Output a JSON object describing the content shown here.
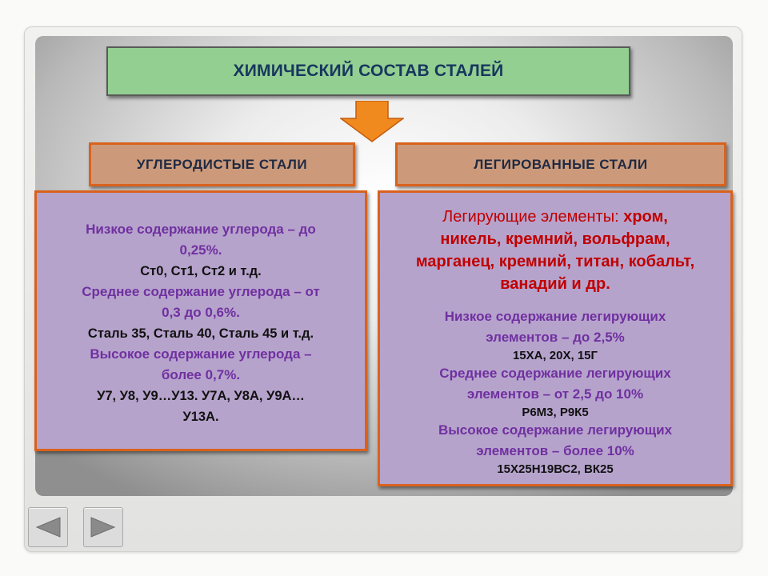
{
  "title": "ХИМИЧЕСКИЙ СОСТАВ СТАЛЕЙ",
  "colors": {
    "title_bg": "#93cf91",
    "header_bg": "#cc9a7a",
    "border_orange": "#d9621c",
    "content_bg": "#b6a3cc",
    "purple_text": "#7030a0",
    "red_text": "#c00000",
    "arrow": "#f08a1e"
  },
  "icons": {
    "arrow": "down-arrow-icon",
    "prev": "triangle-left-icon",
    "next": "triangle-right-icon"
  },
  "left": {
    "header": "УГЛЕРОДИСТЫЕ  СТАЛИ",
    "lines": [
      "Низкое содержание углерода – до",
      "0,25%.",
      "Ст0, Ст1, Ст2  и т.д.",
      "Среднее содержание углерода – от",
      "0,3 до 0,6%.",
      "Сталь 35, Сталь 40, Сталь 45 и т.д.",
      "Высокое содержание углерода –",
      "более   0,7%.",
      "У7, У8, У9…У13.  У7А, У8А, У9А…",
      "У13А."
    ]
  },
  "right": {
    "header": "ЛЕГИРОВАННЫЕ  СТАЛИ",
    "alloy_label": "Легирующие элементы:",
    "alloy_first": " хром,",
    "alloy_lines": [
      "никель, кремний, вольфрам,",
      "марганец, кремний, титан, кобальт,",
      "ванадий и др."
    ],
    "groups": [
      {
        "line1": "Низкое содержание легирующих",
        "line2": "элементов – до 2,5%",
        "grades": "15ХА, 20Х, 15Г"
      },
      {
        "line1": "Среднее содержание легирующих",
        "line2": "элементов – от 2,5 до 10%",
        "grades": "Р6М3, Р9К5"
      },
      {
        "line1": "Высокое содержание легирующих",
        "line2": "элементов – более 10%",
        "grades": "15Х25Н19ВС2, ВК25"
      }
    ]
  }
}
